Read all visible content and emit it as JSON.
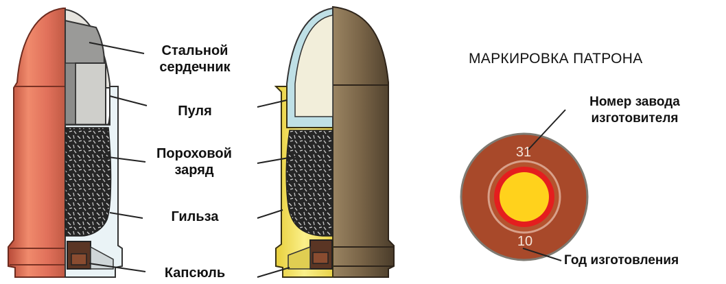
{
  "labels": {
    "core_line1": "Стальной",
    "core_line2": "сердечник",
    "bullet": "Пуля",
    "powder_line1": "Пороховой",
    "powder_line2": "заряд",
    "case": "Гильза",
    "primer": "Капсюль"
  },
  "marking": {
    "title": "МАРКИРОВКА ПАТРОНА",
    "factory_line1": "Номер завода",
    "factory_line2": "изготовителя",
    "year_label": "Год изготовления",
    "factory_number": "31",
    "year_number": "10"
  },
  "colors": {
    "copper": "#d9654a",
    "brass": "#f2df5c",
    "bronze_dark": "#6e5a40",
    "powder": "#2a2a2a",
    "rim_ring": "#c0552e",
    "primer_red": "#e41e1e",
    "primer_yellow": "#ffd21c"
  }
}
